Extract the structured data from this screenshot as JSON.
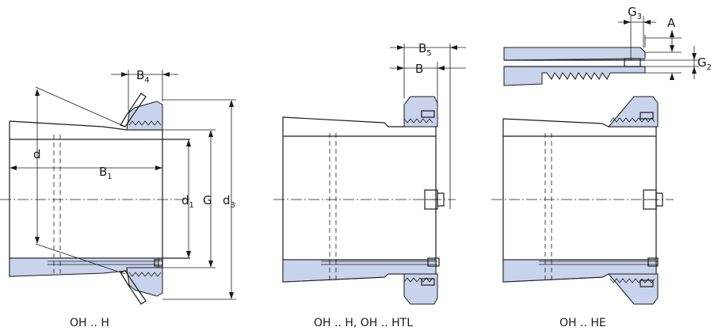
{
  "colors": {
    "section_fill": "#c9d3ec",
    "line": "#1a1a1a",
    "background": "#ffffff"
  },
  "views": [
    {
      "caption": "OH .. H",
      "dims": {
        "B4": {
          "main": "B",
          "sub": "4"
        },
        "B1": {
          "main": "B",
          "sub": "1"
        },
        "d": {
          "main": "d"
        },
        "d1": {
          "main": "d",
          "sub": "1"
        },
        "G": {
          "main": "G"
        },
        "d3": {
          "main": "d",
          "sub": "3"
        }
      }
    },
    {
      "caption": "OH .. H, OH .. HTL",
      "dims": {
        "B5": {
          "main": "B",
          "sub": "5"
        },
        "B": {
          "main": "B"
        }
      }
    },
    {
      "caption": "OH .. HE",
      "dims": {
        "G3": {
          "main": "G",
          "sub": "3"
        },
        "A": {
          "main": "A"
        },
        "G2": {
          "main": "G",
          "sub": "2"
        }
      }
    }
  ]
}
